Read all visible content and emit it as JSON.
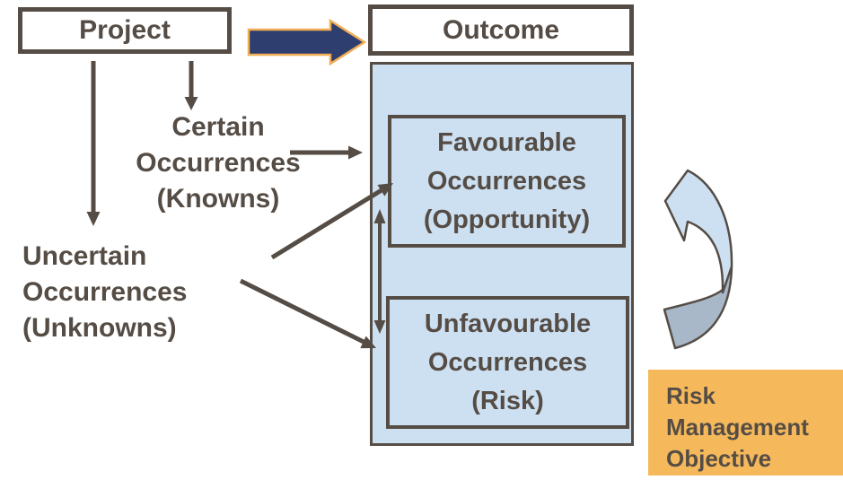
{
  "colors": {
    "background": "#ffffff",
    "taupe": "#554d45",
    "navy": "#2e3e6e",
    "gold": "#f0ae55",
    "light_blue": "#cde0f2",
    "ribbon_gray": "#a8b8c8",
    "orange": "#f5b95c"
  },
  "nodes": {
    "project": {
      "label": "Project"
    },
    "outcome": {
      "label": "Outcome"
    },
    "certain": {
      "lines": [
        "Certain",
        "Occurrences",
        "(Knowns)"
      ]
    },
    "uncertain": {
      "lines": [
        "Uncertain",
        "Occurrences",
        "(Unknowns)"
      ]
    },
    "favourable": {
      "lines": [
        "Favourable",
        "Occurrences",
        "(Opportunity)"
      ]
    },
    "unfavourable": {
      "lines": [
        "Unfavourable",
        "Occurrences",
        "(Risk)"
      ]
    },
    "objective": {
      "lines": [
        "Risk",
        "Management",
        "Objective"
      ]
    }
  }
}
